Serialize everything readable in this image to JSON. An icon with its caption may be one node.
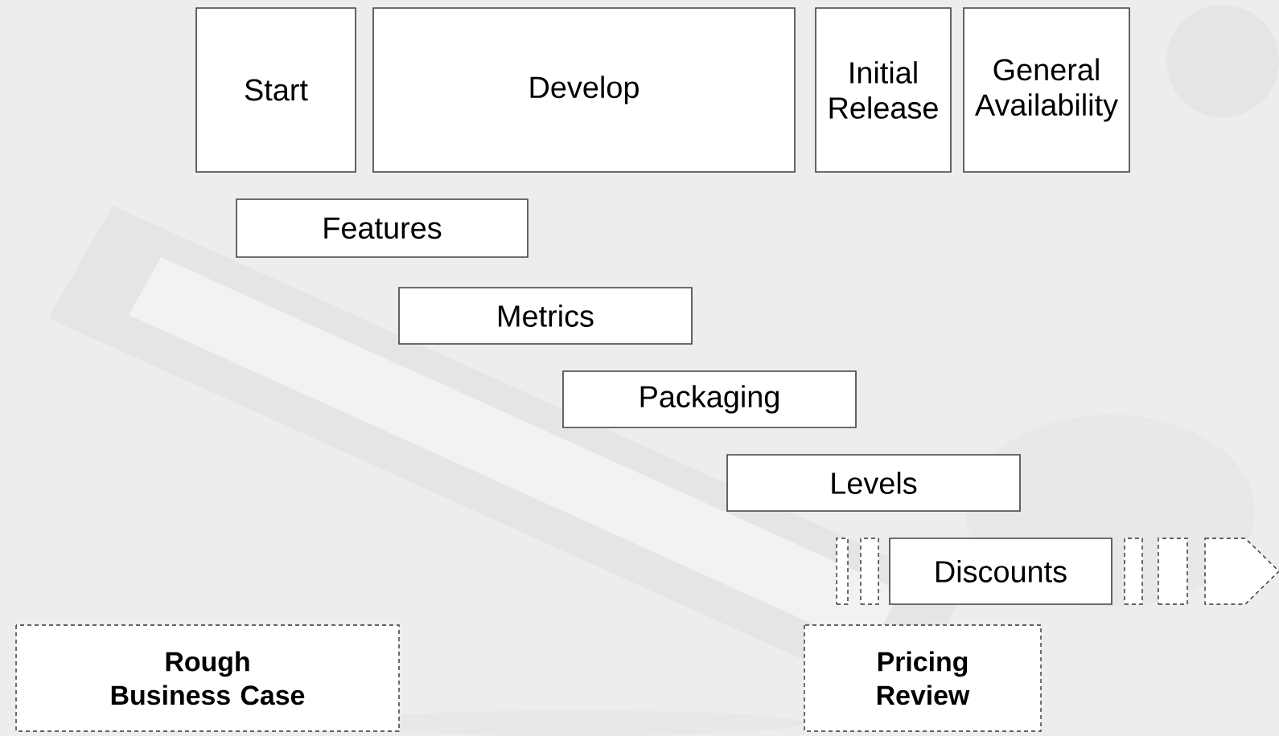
{
  "diagram": {
    "nodes": [
      {
        "text": [
          "Start"
        ]
      },
      {
        "text": [
          "Develop"
        ]
      },
      {
        "text": [
          "Initial Release"
        ]
      },
      {
        "text": [
          "General Availability"
        ]
      },
      {
        "text": [
          "Features"
        ]
      },
      {
        "text": [
          "Metrics"
        ]
      },
      {
        "text": [
          "Packaging"
        ]
      },
      {
        "text": [
          "Levels"
        ]
      },
      {
        "text": [],
        "shape": "box"
      },
      {
        "text": [],
        "shape": "box"
      },
      {
        "text": [
          "Discounts"
        ]
      },
      {
        "text": [],
        "shape": "box"
      },
      {
        "text": [],
        "shape": "box"
      },
      {
        "text": [],
        "shape": "arrow"
      },
      {
        "text": [
          "Rough Business Case"
        ]
      },
      {
        "text": [
          "Pricing Review"
        ]
      }
    ]
  }
}
